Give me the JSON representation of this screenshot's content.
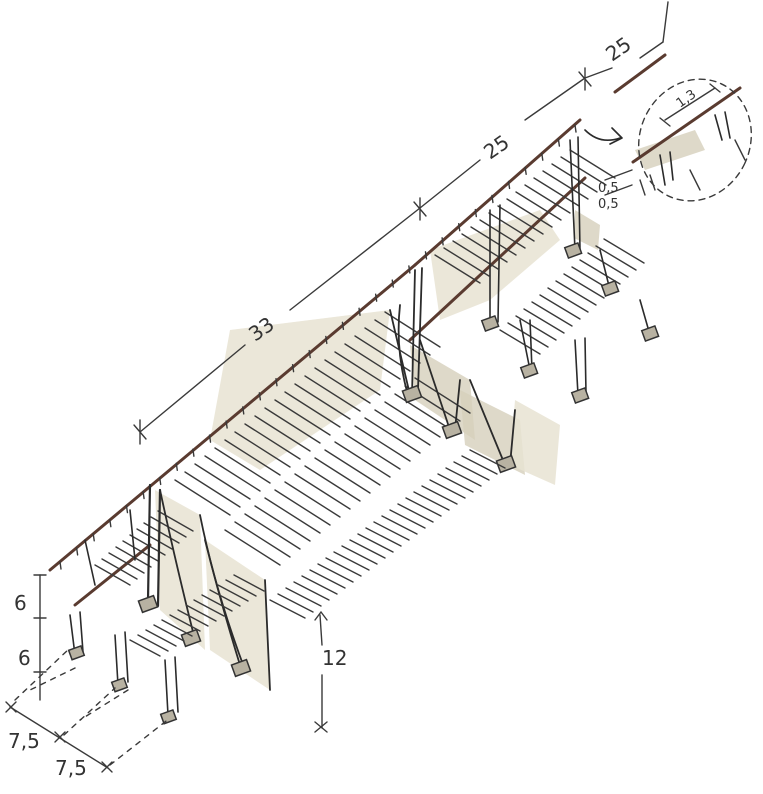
{
  "dimensions": {
    "top_span_25_right": "25",
    "top_span_25": "25",
    "top_span_33": "33",
    "detail_width": "1,3",
    "detail_gap_1": "0,5",
    "detail_gap_2": "0,5",
    "height_upper": "6",
    "height_lower": "6",
    "height_total": "12",
    "base_depth_1": "7,5",
    "base_depth_2": "7,5"
  },
  "colors": {
    "ink": "#2b2b2b",
    "roof_beam": "#5a3b30",
    "wash": "#e8e3d2",
    "pad": "#b8b2a2"
  }
}
